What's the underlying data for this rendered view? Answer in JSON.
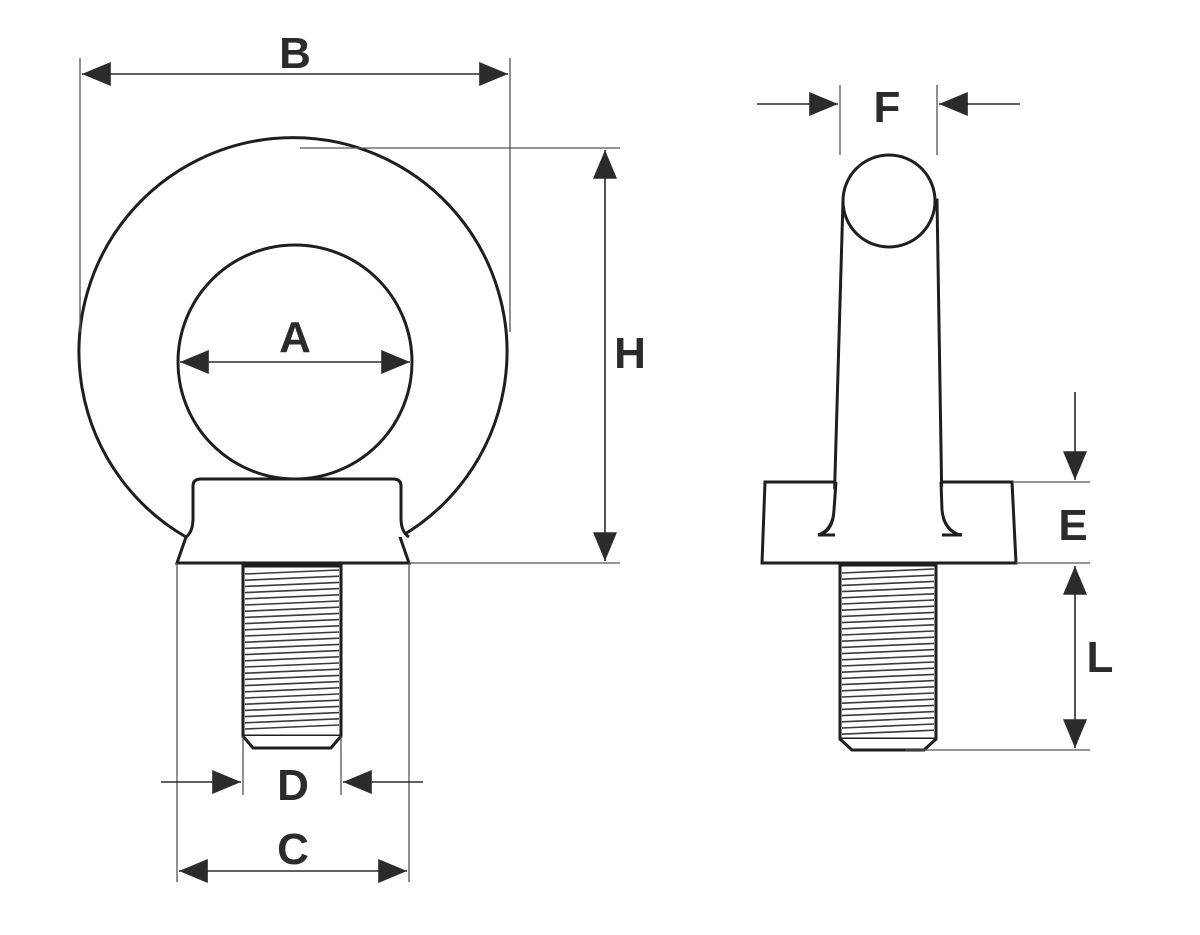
{
  "labels": {
    "a": "A",
    "b": "B",
    "c": "C",
    "d": "D",
    "e": "E",
    "f": "F",
    "h": "H",
    "l": "L"
  },
  "colors": {
    "line": "#1e1e1e",
    "dimension": "#2b2b2b",
    "background": "#ffffff"
  }
}
